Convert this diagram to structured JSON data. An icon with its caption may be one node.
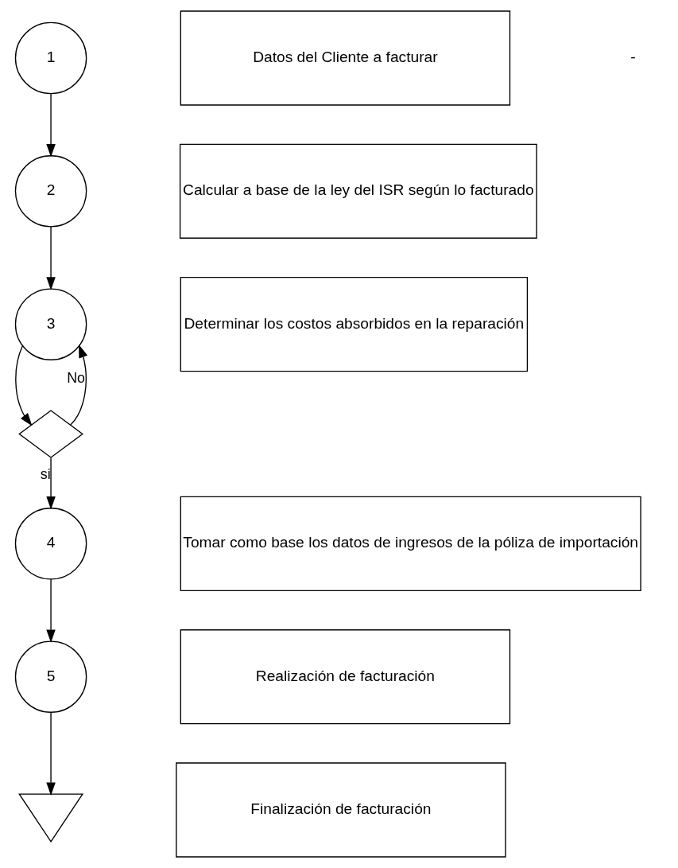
{
  "diagram": {
    "nodes": [
      {
        "text": [
          "1"
        ]
      },
      {
        "text": [
          "Datos del Cliente a facturar"
        ]
      },
      {
        "text": [
          "2"
        ]
      },
      {
        "text": [
          "Calcular a base de la ley del ISR según lo facturado"
        ]
      },
      {
        "text": [
          "3"
        ]
      },
      {
        "text": [
          "Determinar los costos absorbidos en la reparación"
        ]
      },
      {
        "text": [],
        "shape": "diamond"
      },
      {
        "text": [
          "4"
        ]
      },
      {
        "text": [
          "Tomar como base los datos de ingresos de la póliza de importación"
        ]
      },
      {
        "text": [
          "5"
        ]
      },
      {
        "text": [
          "Realización de facturación"
        ]
      },
      {
        "text": [],
        "shape": "triangle"
      },
      {
        "text": [
          "Finalización de facturación"
        ]
      }
    ],
    "edges": [
      {
        "from": 0,
        "to": 2,
        "arrow": "to"
      },
      {
        "from": 2,
        "to": 4,
        "arrow": "to"
      },
      {
        "from": 4,
        "to": 6,
        "arrow": "to"
      },
      {
        "from": 6,
        "to": 4,
        "arrow": "to",
        "label": "No"
      },
      {
        "from": 6,
        "to": 7,
        "arrow": "to",
        "label": "si"
      },
      {
        "from": 7,
        "to": 9,
        "arrow": "to"
      },
      {
        "from": 9,
        "to": 11,
        "arrow": "to"
      }
    ],
    "labels": [
      "-"
    ]
  }
}
